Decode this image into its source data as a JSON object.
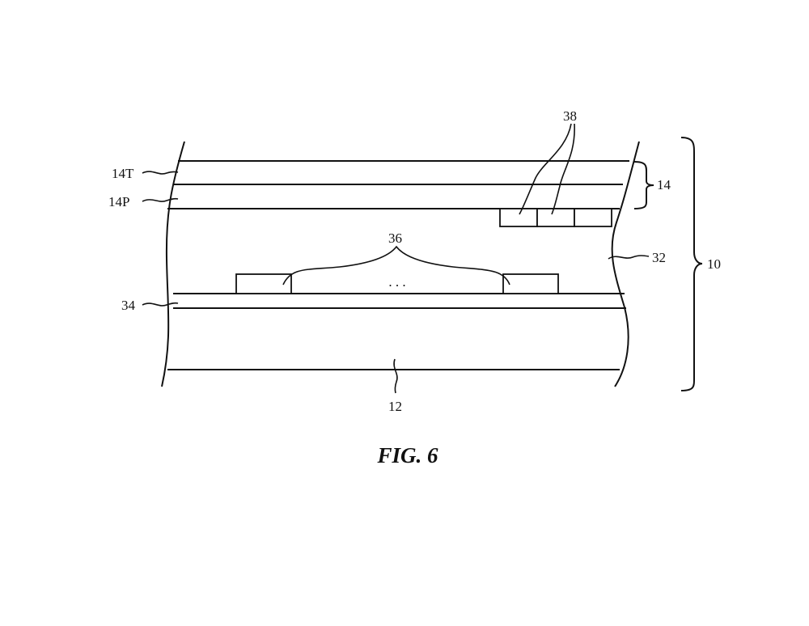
{
  "labels": {
    "touch_layer": "14T",
    "polarizer_layer": "14P",
    "display": "14",
    "device": "10",
    "gap": "32",
    "substrate_layer": "34",
    "housing": "12",
    "components_lower": "36",
    "components_upper": "38",
    "ellipsis": ". . ."
  },
  "caption": "FIG. 6"
}
